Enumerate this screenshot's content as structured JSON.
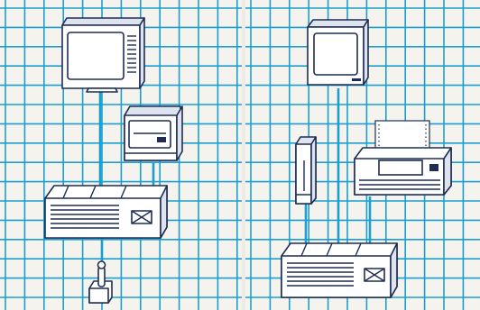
{
  "colors": {
    "paper": "#f4f3ee",
    "grid": "#1a9fd0",
    "ink": "#1f2d55",
    "device_fill": "#ffffff",
    "screen_fill": "#ffffff",
    "gutter": "#ecebe6"
  },
  "panels": [
    {
      "id": "left",
      "devices": [
        {
          "kind": "monitor",
          "icon": "crt-monitor-icon"
        },
        {
          "kind": "disk-drive",
          "icon": "disk-drive-icon"
        },
        {
          "kind": "computer-keyboard",
          "icon": "keyboard-computer-icon"
        },
        {
          "kind": "joystick",
          "icon": "joystick-icon"
        }
      ],
      "connections": [
        {
          "from": "computer-keyboard",
          "to": "monitor"
        },
        {
          "from": "computer-keyboard",
          "to": "disk-drive"
        },
        {
          "from": "computer-keyboard",
          "to": "joystick"
        }
      ]
    },
    {
      "id": "right",
      "devices": [
        {
          "kind": "monitor",
          "icon": "crt-monitor-icon"
        },
        {
          "kind": "tower-drive",
          "icon": "tower-drive-icon"
        },
        {
          "kind": "printer",
          "icon": "dot-matrix-printer-icon"
        },
        {
          "kind": "computer-keyboard",
          "icon": "keyboard-computer-icon"
        }
      ],
      "connections": [
        {
          "from": "computer-keyboard",
          "to": "monitor"
        },
        {
          "from": "computer-keyboard",
          "to": "tower-drive"
        },
        {
          "from": "computer-keyboard",
          "to": "printer"
        }
      ]
    }
  ]
}
